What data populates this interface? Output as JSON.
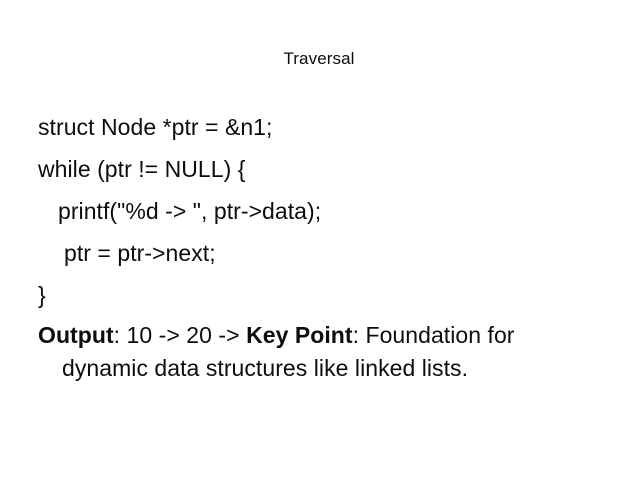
{
  "slide": {
    "title": "Traversal",
    "background_color": "#ffffff",
    "text_color": "#0d0d0d"
  },
  "code": {
    "lines": [
      {
        "text": "struct Node *ptr = &n1;",
        "indent": 0
      },
      {
        "text": "while (ptr != NULL) {",
        "indent": 0
      },
      {
        "text": "printf(\"%d -> \", ptr->data);",
        "indent": 1
      },
      {
        "text": "ptr = ptr->next;",
        "indent": 2
      },
      {
        "text": "}",
        "indent": 0
      }
    ]
  },
  "summary": {
    "output_label": "Output",
    "output_value": ": 10 -> 20 -> ",
    "key_point_label": "Key Point",
    "key_point_value": ": Foundation for dynamic data structures like linked lists."
  }
}
